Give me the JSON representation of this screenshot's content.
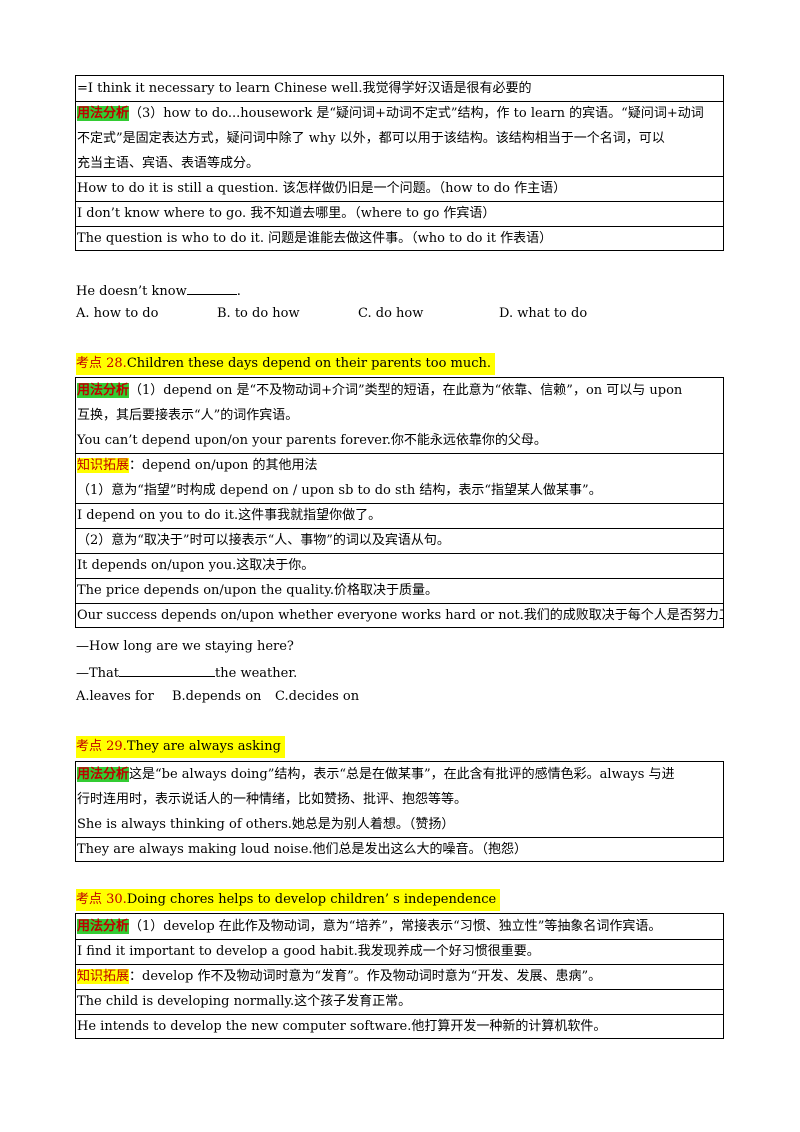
{
  "box1": {
    "line1": "=I think it necessary to learn Chinese well.我觉得学好汉语是很有必要的",
    "line2_tag": "用法分析",
    "line2_text": "（3）how to do...housework 是“疑问词+动词不定式”结构，作 to learn 的宾语。“疑问词+动词",
    "line3": "不定式”是固定表达方式，疑问词中除了 why 以外，都可以用于该结构。该结构相当于一个名词，可以",
    "line4": "充当主语、宾语、表语等成分。",
    "line5": "How to do it is still a question.   该怎样做仍旧是一个问题。（how to do 作主语）",
    "line6": "I don’t know where to go.  我不知道去哪里。（where to go 作宾语）",
    "line7": "The question is who to do it.  问题是谁能去做这件事。（who to do it 作表语）"
  },
  "q1": {
    "stem": "He doesn’t know",
    "stem_end": ".",
    "options": [
      "A. how to do",
      "B. to do how",
      "C. do how",
      "D. what to do"
    ]
  },
  "h28": {
    "kd": "考点 28.",
    "title": "Children these days depend on their parents too much."
  },
  "box2": {
    "line1_tag": "用法分析",
    "line1_text": "（1）depend on 是“不及物动词+介词”类型的短语，在此意为“依靠、信赖”，on 可以与 upon",
    "line2": "互换，其后要接表示“人”的词作宾语。",
    "line3": "You can’t depend upon/on  your parents forever.你不能永远依靠你的父母。",
    "line4_tag": "知识拓展",
    "line4_text": "：depend on/upon 的其他用法",
    "line5": "（1）意为“指望”时构成 depend on / upon sb to do sth 结构，表示“指望某人做某事”。",
    "line6": "I depend on you to do it.这件事我就指望你做了。",
    "line7": "（2）意为“取决于”时可以接表示“人、事物”的词以及宾语从句。",
    "line8": "It depends on/upon you.这取决于你。",
    "line9": "The price depends on/upon the quality.价格取决于质量。",
    "line10": "Our success depends on/upon whether everyone works hard or not.我们的成败取决于每个人是否努力工作。"
  },
  "q2": {
    "line1": "—How long are we staying here?",
    "line2_a": "—That",
    "line2_b": "the weather.",
    "options": [
      "A.leaves for",
      "B.depends on",
      "C.decides on"
    ]
  },
  "h29": {
    "kd": "考点 29.",
    "title": "They are always asking"
  },
  "box3": {
    "line1_tag": "用法分析",
    "line1_text": "这是“be always doing”结构，表示“总是在做某事”，在此含有批评的感情色彩。always 与进",
    "line2": "行时连用时，表示说话人的一种情绪，比如赞扬、批评、抱怨等等。",
    "line3": "She is always thinking of others.她总是为别人着想。（赞扬）",
    "line4": "They are always making loud noise.他们总是发出这么大的噪音。（抱怨）"
  },
  "h30": {
    "kd": "考点 30.",
    "title": "Doing chores helps to develop children’ s independence"
  },
  "box4": {
    "line1_tag": "用法分析",
    "line1_text": "（1）develop 在此作及物动词，意为“培养”，常接表示“习惯、独立性”等抽象名词作宾语。",
    "line2": "I find it important to develop a good habit.我发现养成一个好习惯很重要。",
    "line3_tag": "知识拓展",
    "line3_text": "：develop 作不及物动词时意为“发育”。作及物动词时意为“开发、发展、患病”。",
    "line4": "The child is developing normally.这个孩子发育正常。",
    "line5": "He intends to develop the new computer software.他打算开发一种新的计算机软件。"
  }
}
